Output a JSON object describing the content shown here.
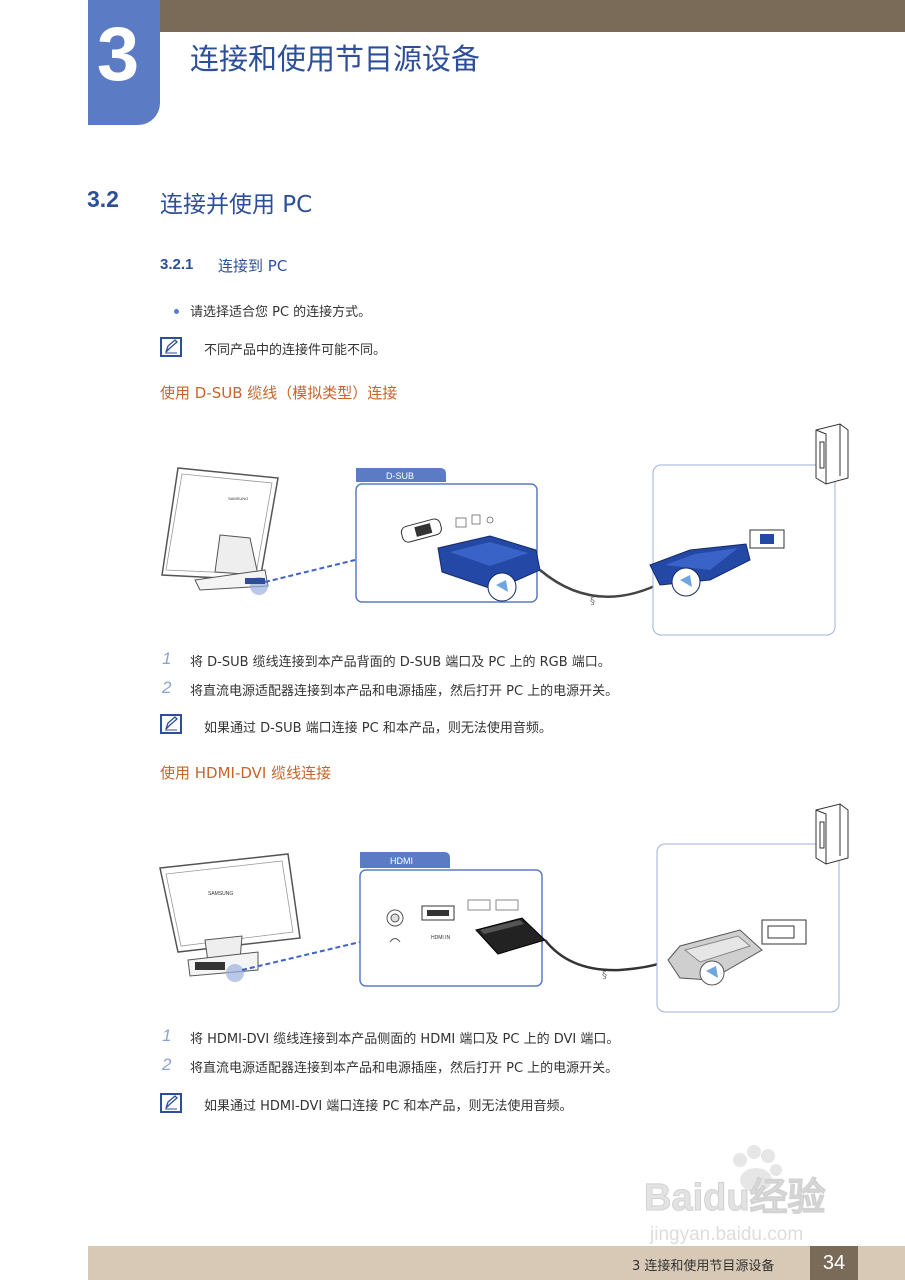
{
  "header": {
    "chapter_number": "3",
    "chapter_title": "连接和使用节目源设备"
  },
  "section": {
    "number": "3.2",
    "title": "连接并使用 PC"
  },
  "subsection": {
    "number": "3.2.1",
    "title": "连接到 PC"
  },
  "intro_bullet": "请选择适合您 PC 的连接方式。",
  "note_top": "不同产品中的连接件可能不同。",
  "dsub": {
    "heading": "使用 D-SUB 缆线（模拟类型）连接",
    "panel_label": "D-SUB",
    "steps": [
      {
        "num": "1",
        "text": "将 D-SUB 缆线连接到本产品背面的 D-SUB 端口及 PC 上的 RGB 端口。"
      },
      {
        "num": "2",
        "text": "将直流电源适配器连接到本产品和电源插座，然后打开 PC 上的电源开关。"
      }
    ],
    "note": "如果通过 D-SUB 端口连接 PC 和本产品，则无法使用音频。"
  },
  "hdmi": {
    "heading": "使用 HDMI-DVI 缆线连接",
    "panel_label": "HDMI",
    "port_label": "HDMI IN",
    "steps": [
      {
        "num": "1",
        "text": "将 HDMI-DVI 缆线连接到本产品侧面的 HDMI 端口及 PC 上的 DVI 端口。"
      },
      {
        "num": "2",
        "text": "将直流电源适配器连接到本产品和电源插座，然后打开 PC 上的电源开关。"
      }
    ],
    "note": "如果通过 HDMI-DVI 端口连接 PC 和本产品，则无法使用音频。"
  },
  "monitor_brand": "SAMSUNG",
  "footer": {
    "text": "3 连接和使用节目源设备",
    "page": "34"
  },
  "watermark": {
    "logo": "Baidu经验",
    "url": "jingyan.baidu.com"
  },
  "colors": {
    "accent_blue": "#2d4f9a",
    "chapter_blue": "#5b7cc4",
    "heading_orange": "#c8642a",
    "brown_bar": "#7a6a58",
    "connector_blue": "#2448a6"
  }
}
